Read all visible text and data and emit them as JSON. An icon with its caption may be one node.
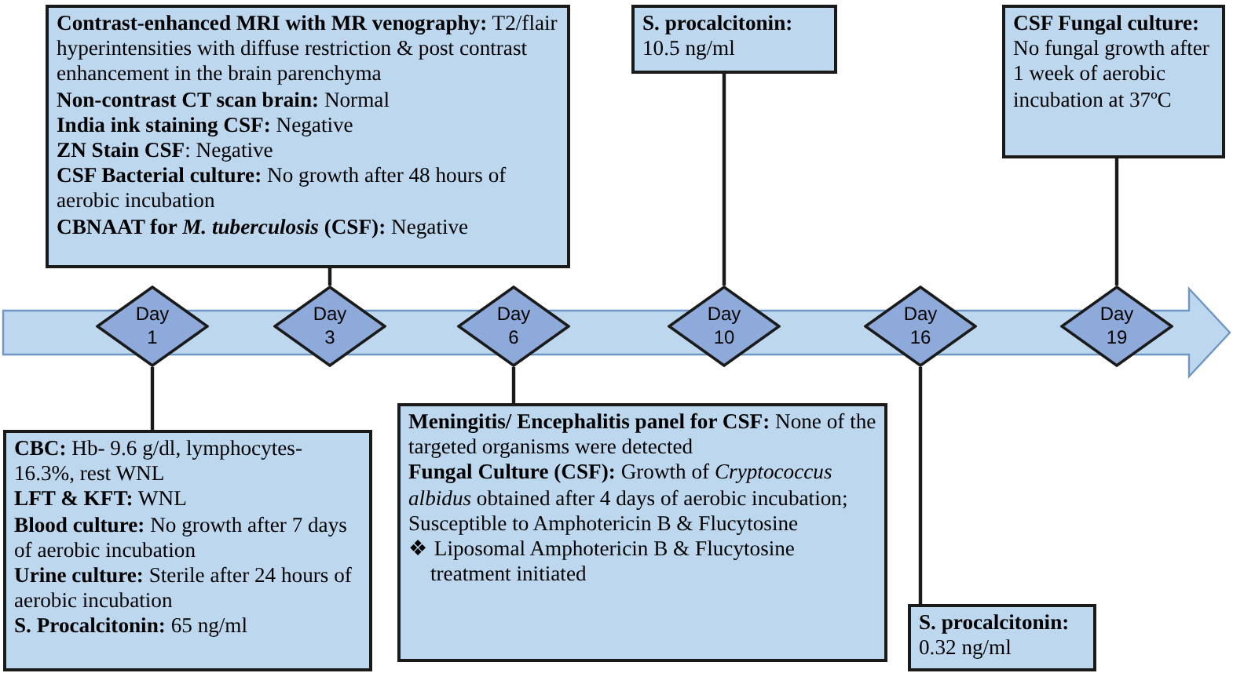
{
  "diagram": {
    "nodes": [
      {
        "text": [
          "Day 1"
        ]
      },
      {
        "text": [
          "Day 3"
        ]
      },
      {
        "text": [
          "Day 6"
        ]
      },
      {
        "text": [
          "Day 10"
        ]
      },
      {
        "text": [
          "Day 16"
        ]
      },
      {
        "text": [
          "Day 19"
        ]
      },
      {
        "text": [
          "**Contrast-enhanced MRI with MR venography:** T2/flair hyperintensities with diffuse restriction & post contrast enhancement in the brain parenchyma",
          "**Non-contrast CT scan brain:** Normal",
          "**India ink staining CSF:** Negative",
          "**ZN Stain CSF**: Negative",
          "**CSF Bacterial culture:** No growth after 48 hours of aerobic incubation",
          "**CBNAAT for *M. tuberculosis* (CSF):** Negative"
        ]
      },
      {
        "text": [
          "**S. procalcitonin:** 10.5 ng/ml"
        ]
      },
      {
        "text": [
          "**CSF Fungal culture:** No fungal growth after 1 week of aerobic incubation at 37ºC"
        ]
      },
      {
        "text": [
          "**CBC:** Hb- 9.6 g/dl, lymphocytes- 16.3%, rest WNL",
          "**LFT & KFT:** WNL",
          "**Blood culture:** No growth after 7 days of aerobic incubation",
          "**Urine culture:** Sterile after 24 hours of aerobic incubation",
          "**S. Procalcitonin:** 65 ng/ml"
        ]
      },
      {
        "text": [
          "**Meningitis/ Encephalitis panel for CSF:** None of the targeted organisms were detected",
          "**Fungal Culture (CSF):** Growth of *Cryptococcus albidus* obtained after 4 days of aerobic incubation; Susceptible to Amphotericin B & Flucytosine",
          "❖ Liposomal Amphotericin B & Flucytosine treatment initiated"
        ]
      },
      {
        "text": [
          "**S. procalcitonin:** 0.32 ng/ml"
        ]
      }
    ],
    "edges": [
      {
        "from": 6,
        "to": 1,
        "arrow": "none"
      },
      {
        "from": 7,
        "to": 3,
        "arrow": "none"
      },
      {
        "from": 8,
        "to": 5,
        "arrow": "none"
      },
      {
        "from": 9,
        "to": 0,
        "arrow": "none"
      },
      {
        "from": 10,
        "to": 2,
        "arrow": "none"
      },
      {
        "from": 11,
        "to": 4,
        "arrow": "none"
      }
    ]
  }
}
